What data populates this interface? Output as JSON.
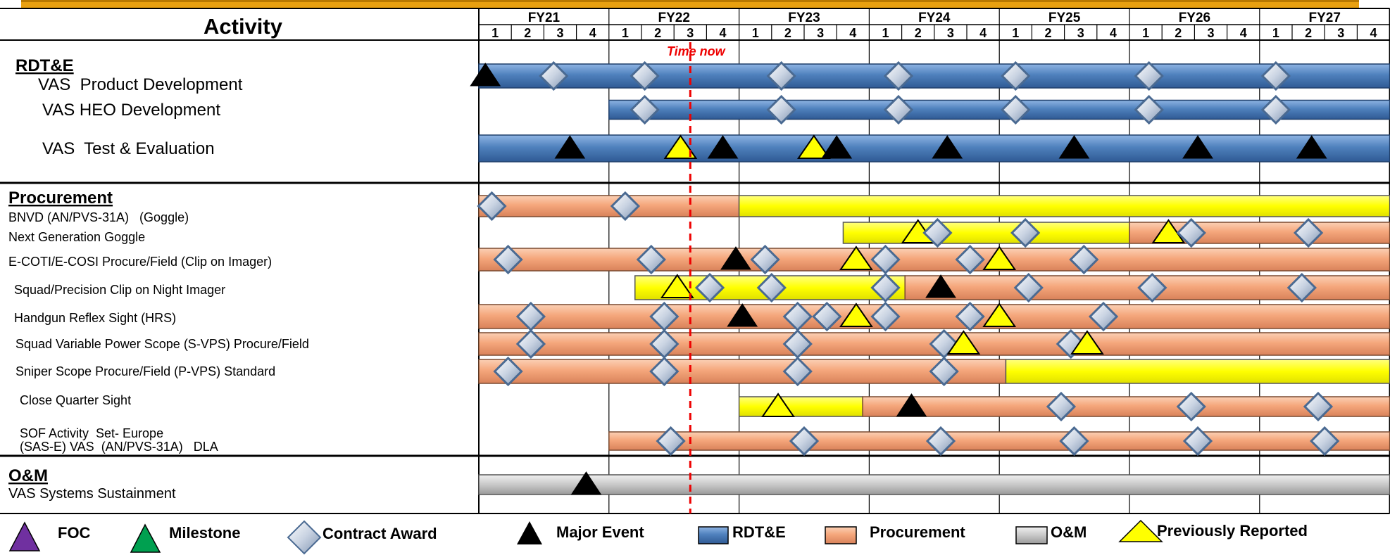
{
  "header": {
    "activity_label": "Activity",
    "time_now_label": "Time now",
    "fiscal_years": [
      "FY21",
      "FY22",
      "FY23",
      "FY24",
      "FY25",
      "FY26",
      "FY27"
    ],
    "quarter_labels": [
      "1",
      "2",
      "3",
      "4"
    ]
  },
  "time_now_quarter": 6.5,
  "sections": [
    {
      "id": "rdte",
      "title": "RDT&E"
    },
    {
      "id": "procurement",
      "title": "Procurement"
    },
    {
      "id": "om",
      "title": "O&M"
    }
  ],
  "legend": [
    {
      "label": "FOC",
      "marker": "triangle",
      "color": "#7030a0"
    },
    {
      "label": "Milestone",
      "marker": "triangle",
      "color": "#00a050"
    },
    {
      "label": "Contract Award",
      "marker": "diamond",
      "color": "#8fa3bf"
    },
    {
      "label": "Major Event",
      "marker": "triangle",
      "color": "#000000"
    },
    {
      "label": "RDT&E",
      "marker": "box",
      "color": "#4f81bd"
    },
    {
      "label": "Procurement",
      "marker": "box",
      "color": "#f5a77c"
    },
    {
      "label": "O&M",
      "marker": "box",
      "color": "#c0c0c0"
    },
    {
      "label": "Previously Reported",
      "marker": "triangle",
      "color": "#ffff00"
    }
  ],
  "colors": {
    "rdte": "#4f81bd",
    "procurement": "#f5a77c",
    "om": "#c0c0c0",
    "previously_reported": "#ffff00",
    "time_now": "#ee0000",
    "title_bar": "#e8a010"
  },
  "chart_data": {
    "type": "gantt",
    "x_axis": "fiscal year quarter (FY21 Q1 = 0)",
    "rows": [
      {
        "label": "VAS  Product Development",
        "section": "rdte",
        "bars": [
          {
            "start": 0,
            "end": 28,
            "type": "rdte"
          }
        ],
        "markers": [
          {
            "q": 0.2,
            "type": "major_event"
          },
          {
            "q": 2.3,
            "type": "contract_award"
          },
          {
            "q": 5.1,
            "type": "contract_award"
          },
          {
            "q": 9.3,
            "type": "contract_award"
          },
          {
            "q": 12.9,
            "type": "contract_award"
          },
          {
            "q": 16.5,
            "type": "contract_award"
          },
          {
            "q": 20.6,
            "type": "contract_award"
          },
          {
            "q": 24.5,
            "type": "contract_award"
          }
        ]
      },
      {
        "label": "VAS HEO Development",
        "section": "rdte",
        "bars": [
          {
            "start": 4,
            "end": 28,
            "type": "rdte"
          }
        ],
        "markers": [
          {
            "q": 5.1,
            "type": "contract_award"
          },
          {
            "q": 9.3,
            "type": "contract_award"
          },
          {
            "q": 12.9,
            "type": "contract_award"
          },
          {
            "q": 16.5,
            "type": "contract_award"
          },
          {
            "q": 20.6,
            "type": "contract_award"
          },
          {
            "q": 24.5,
            "type": "contract_award"
          }
        ]
      },
      {
        "label": "VAS  Test & Evaluation",
        "section": "rdte",
        "bars": [
          {
            "start": 0,
            "end": 28,
            "type": "rdte"
          }
        ],
        "markers": [
          {
            "q": 2.8,
            "type": "major_event"
          },
          {
            "q": 6.2,
            "type": "previously_reported"
          },
          {
            "q": 7.5,
            "type": "major_event"
          },
          {
            "q": 10.3,
            "type": "previously_reported"
          },
          {
            "q": 11.0,
            "type": "major_event"
          },
          {
            "q": 14.4,
            "type": "major_event"
          },
          {
            "q": 18.3,
            "type": "major_event"
          },
          {
            "q": 22.1,
            "type": "major_event"
          },
          {
            "q": 25.6,
            "type": "major_event"
          }
        ]
      },
      {
        "label": "BNVD (AN/PVS-31A)   (Goggle)",
        "section": "procurement",
        "bars": [
          {
            "start": 0,
            "end": 8,
            "type": "procurement"
          },
          {
            "start": 8,
            "end": 28,
            "type": "previously_reported"
          }
        ],
        "markers": [
          {
            "q": 0.4,
            "type": "contract_award"
          },
          {
            "q": 4.5,
            "type": "contract_award"
          }
        ]
      },
      {
        "label": "Next Generation Goggle",
        "section": "procurement",
        "bars": [
          {
            "start": 11.2,
            "end": 20,
            "type": "previously_reported"
          },
          {
            "start": 20,
            "end": 28,
            "type": "procurement"
          }
        ],
        "markers": [
          {
            "q": 13.5,
            "type": "previously_reported"
          },
          {
            "q": 14.1,
            "type": "contract_award"
          },
          {
            "q": 16.8,
            "type": "contract_award"
          },
          {
            "q": 21.2,
            "type": "previously_reported"
          },
          {
            "q": 21.9,
            "type": "contract_award"
          },
          {
            "q": 25.5,
            "type": "contract_award"
          }
        ]
      },
      {
        "label": "E-COTI/E-COSI Procure/Field (Clip on Imager)",
        "section": "procurement",
        "bars": [
          {
            "start": 0,
            "end": 28,
            "type": "procurement"
          }
        ],
        "markers": [
          {
            "q": 0.9,
            "type": "contract_award"
          },
          {
            "q": 5.3,
            "type": "contract_award"
          },
          {
            "q": 7.9,
            "type": "major_event"
          },
          {
            "q": 8.8,
            "type": "contract_award"
          },
          {
            "q": 11.6,
            "type": "previously_reported"
          },
          {
            "q": 12.5,
            "type": "contract_award"
          },
          {
            "q": 15.1,
            "type": "contract_award"
          },
          {
            "q": 16.0,
            "type": "previously_reported"
          },
          {
            "q": 18.6,
            "type": "contract_award"
          }
        ]
      },
      {
        "label": "Squad/Precision Clip on Night Imager",
        "section": "procurement",
        "bars": [
          {
            "start": 4.8,
            "end": 13.1,
            "type": "previously_reported"
          },
          {
            "start": 13.1,
            "end": 28,
            "type": "procurement"
          }
        ],
        "markers": [
          {
            "q": 6.1,
            "type": "previously_reported"
          },
          {
            "q": 7.1,
            "type": "contract_award"
          },
          {
            "q": 9.0,
            "type": "contract_award"
          },
          {
            "q": 12.5,
            "type": "contract_award"
          },
          {
            "q": 14.2,
            "type": "major_event"
          },
          {
            "q": 16.9,
            "type": "contract_award"
          },
          {
            "q": 20.7,
            "type": "contract_award"
          },
          {
            "q": 25.3,
            "type": "contract_award"
          }
        ]
      },
      {
        "label": "Handgun Reflex Sight (HRS)",
        "section": "procurement",
        "bars": [
          {
            "start": 0,
            "end": 28,
            "type": "procurement"
          }
        ],
        "markers": [
          {
            "q": 1.6,
            "type": "contract_award"
          },
          {
            "q": 5.7,
            "type": "contract_award"
          },
          {
            "q": 8.1,
            "type": "major_event"
          },
          {
            "q": 9.8,
            "type": "contract_award"
          },
          {
            "q": 10.7,
            "type": "contract_award"
          },
          {
            "q": 11.6,
            "type": "previously_reported"
          },
          {
            "q": 12.5,
            "type": "contract_award"
          },
          {
            "q": 15.1,
            "type": "contract_award"
          },
          {
            "q": 16.0,
            "type": "previously_reported"
          },
          {
            "q": 19.2,
            "type": "contract_award"
          }
        ]
      },
      {
        "label": "Squad Variable Power Scope (S-VPS) Procure/Field",
        "section": "procurement",
        "bars": [
          {
            "start": 0,
            "end": 28,
            "type": "procurement"
          }
        ],
        "markers": [
          {
            "q": 1.6,
            "type": "contract_award"
          },
          {
            "q": 5.7,
            "type": "contract_award"
          },
          {
            "q": 9.8,
            "type": "contract_award"
          },
          {
            "q": 14.3,
            "type": "contract_award"
          },
          {
            "q": 14.9,
            "type": "previously_reported"
          },
          {
            "q": 18.2,
            "type": "contract_award"
          },
          {
            "q": 18.7,
            "type": "previously_reported"
          }
        ]
      },
      {
        "label": "Sniper Scope Procure/Field (P-VPS) Standard",
        "section": "procurement",
        "bars": [
          {
            "start": 0,
            "end": 16.2,
            "type": "procurement"
          },
          {
            "start": 16.2,
            "end": 28,
            "type": "previously_reported"
          }
        ],
        "markers": [
          {
            "q": 0.9,
            "type": "contract_award"
          },
          {
            "q": 5.7,
            "type": "contract_award"
          },
          {
            "q": 9.8,
            "type": "contract_award"
          },
          {
            "q": 14.3,
            "type": "contract_award"
          }
        ]
      },
      {
        "label": "Close Quarter Sight",
        "section": "procurement",
        "bars": [
          {
            "start": 8,
            "end": 11.8,
            "type": "previously_reported"
          },
          {
            "start": 11.8,
            "end": 28,
            "type": "procurement"
          }
        ],
        "markers": [
          {
            "q": 9.2,
            "type": "previously_reported"
          },
          {
            "q": 13.3,
            "type": "major_event"
          },
          {
            "q": 17.9,
            "type": "contract_award"
          },
          {
            "q": 21.9,
            "type": "contract_award"
          },
          {
            "q": 25.8,
            "type": "contract_award"
          }
        ]
      },
      {
        "label": "SOF Activity  Set- Europe",
        "label2": "(SAS-E) VAS  (AN/PVS-31A)   DLA",
        "section": "procurement",
        "bars": [
          {
            "start": 4,
            "end": 28,
            "type": "procurement"
          }
        ],
        "markers": [
          {
            "q": 5.9,
            "type": "contract_award"
          },
          {
            "q": 10.0,
            "type": "contract_award"
          },
          {
            "q": 14.2,
            "type": "contract_award"
          },
          {
            "q": 18.3,
            "type": "contract_award"
          },
          {
            "q": 22.1,
            "type": "contract_award"
          },
          {
            "q": 26.0,
            "type": "contract_award"
          }
        ]
      },
      {
        "label": "VAS Systems Sustainment",
        "section": "om",
        "bars": [
          {
            "start": 0,
            "end": 28,
            "type": "om"
          }
        ],
        "markers": [
          {
            "q": 3.3,
            "type": "major_event"
          }
        ]
      }
    ]
  }
}
